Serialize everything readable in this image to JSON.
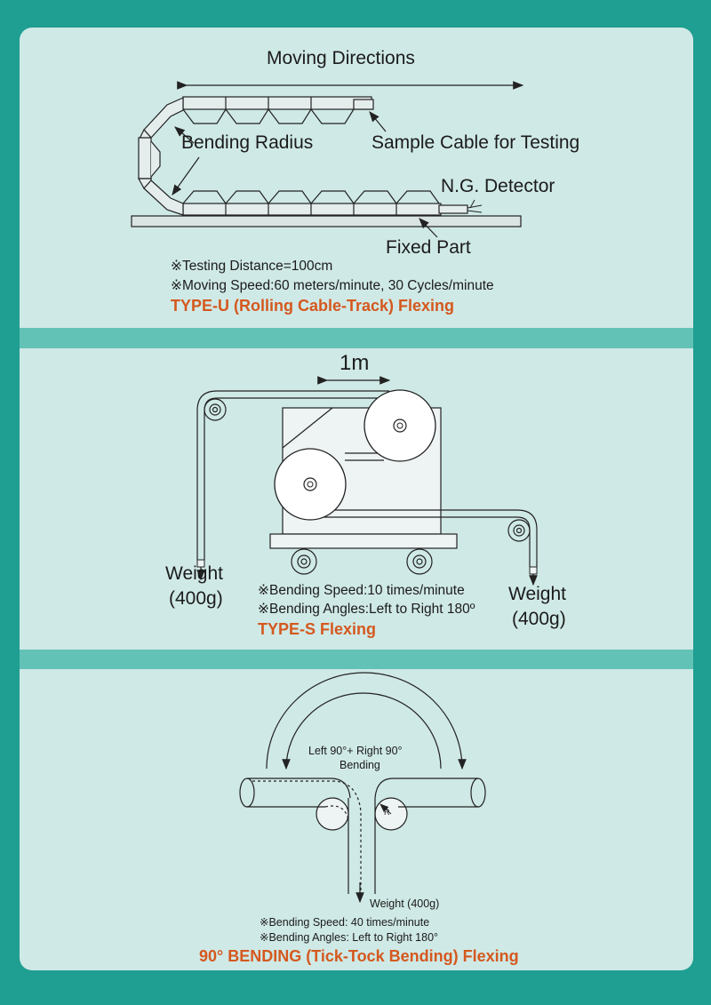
{
  "colors": {
    "background": "#1f9e92",
    "panel": "#cfe9e6",
    "band": "#62c2b6",
    "title_accent": "#d5581f"
  },
  "type_u": {
    "moving_directions": "Moving Directions",
    "bending_radius": "Bending Radius",
    "sample_cable": "Sample Cable for Testing",
    "ng_detector": "N.G. Detector",
    "fixed_part": "Fixed Part",
    "note_distance": "※Testing Distance=100cm",
    "note_speed": "※Moving Speed:60 meters/minute, 30 Cycles/minute",
    "title": "TYPE-U (Rolling Cable-Track) Flexing"
  },
  "type_s": {
    "distance": "1m",
    "weight_left": "Weight",
    "weight_left_value": "(400g)",
    "weight_right": "Weight",
    "weight_right_value": "(400g)",
    "note_speed": "※Bending Speed:10 times/minute",
    "note_angles": "※Bending Angles:Left to Right 180º",
    "title": "TYPE-S Flexing"
  },
  "bending_90": {
    "bend_label_1": "Left 90°+ Right 90°",
    "bend_label_2": "Bending",
    "radius": "R",
    "weight": "Weight (400g)",
    "note_speed": "※Bending Speed: 40 times/minute",
    "note_angles": "※Bending Angles: Left to Right 180°",
    "title": "90° BENDING (Tick-Tock Bending) Flexing"
  }
}
